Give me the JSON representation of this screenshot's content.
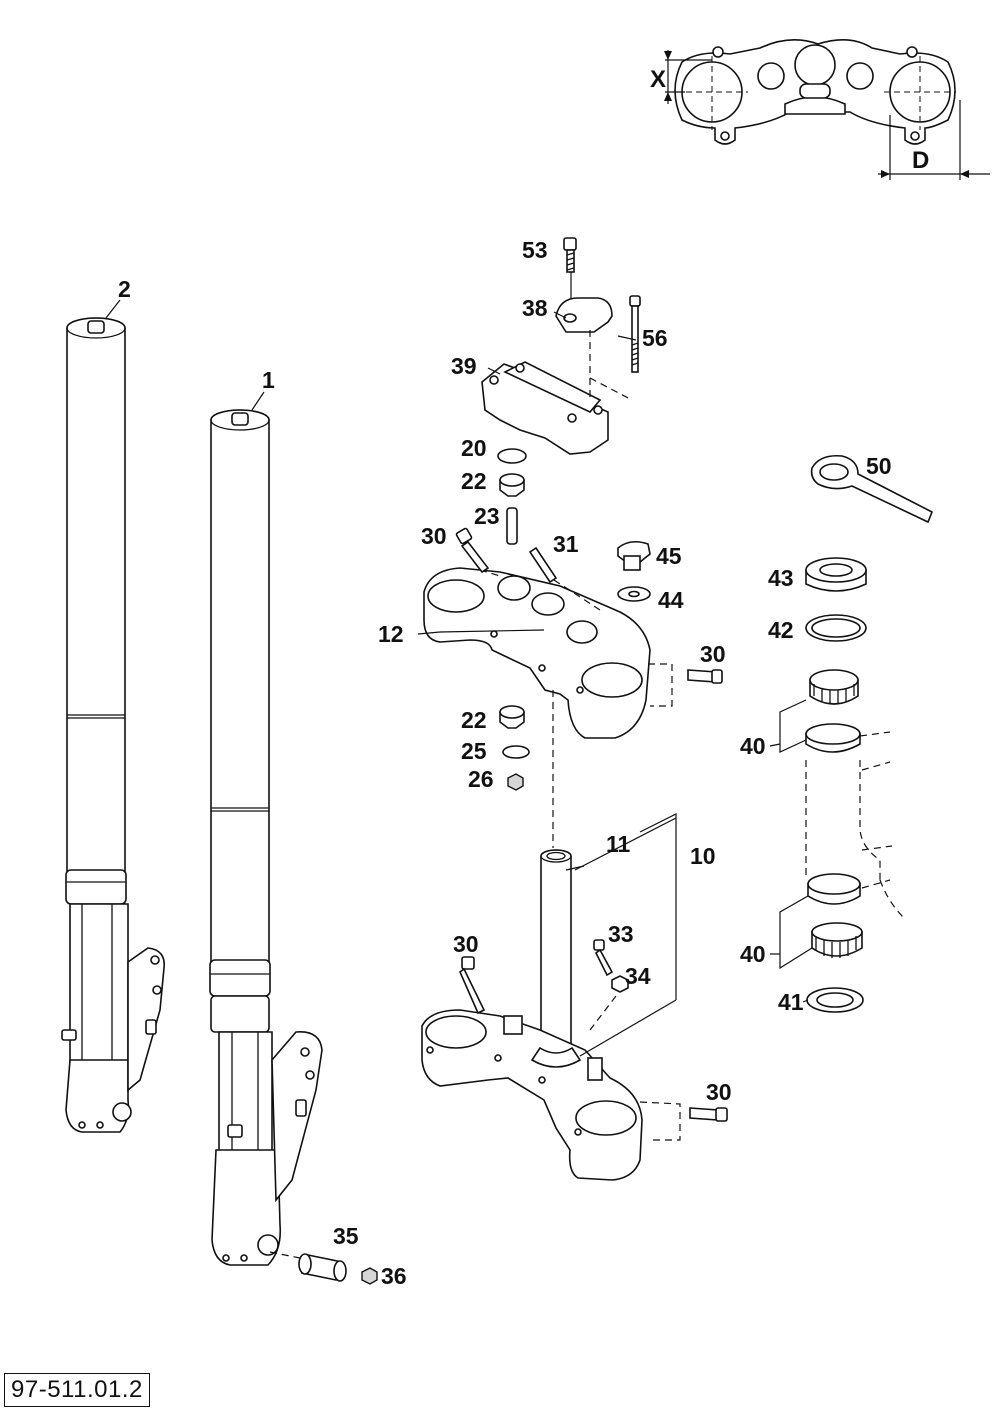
{
  "drawing_code": "97-511.01.2",
  "dimensions": {
    "x": "X",
    "d": "D"
  },
  "parts": {
    "p1": "1",
    "p2": "2",
    "p10": "10",
    "p11": "11",
    "p12": "12",
    "p20": "20",
    "p22a": "22",
    "p22b": "22",
    "p23": "23",
    "p25": "25",
    "p26": "26",
    "p30a": "30",
    "p30b": "30",
    "p30c": "30",
    "p30d": "30",
    "p31": "31",
    "p33": "33",
    "p34": "34",
    "p35": "35",
    "p36": "36",
    "p38": "38",
    "p39": "39",
    "p40a": "40",
    "p40b": "40",
    "p41": "41",
    "p42": "42",
    "p43": "43",
    "p44": "44",
    "p45": "45",
    "p50": "50",
    "p53": "53",
    "p56": "56"
  }
}
